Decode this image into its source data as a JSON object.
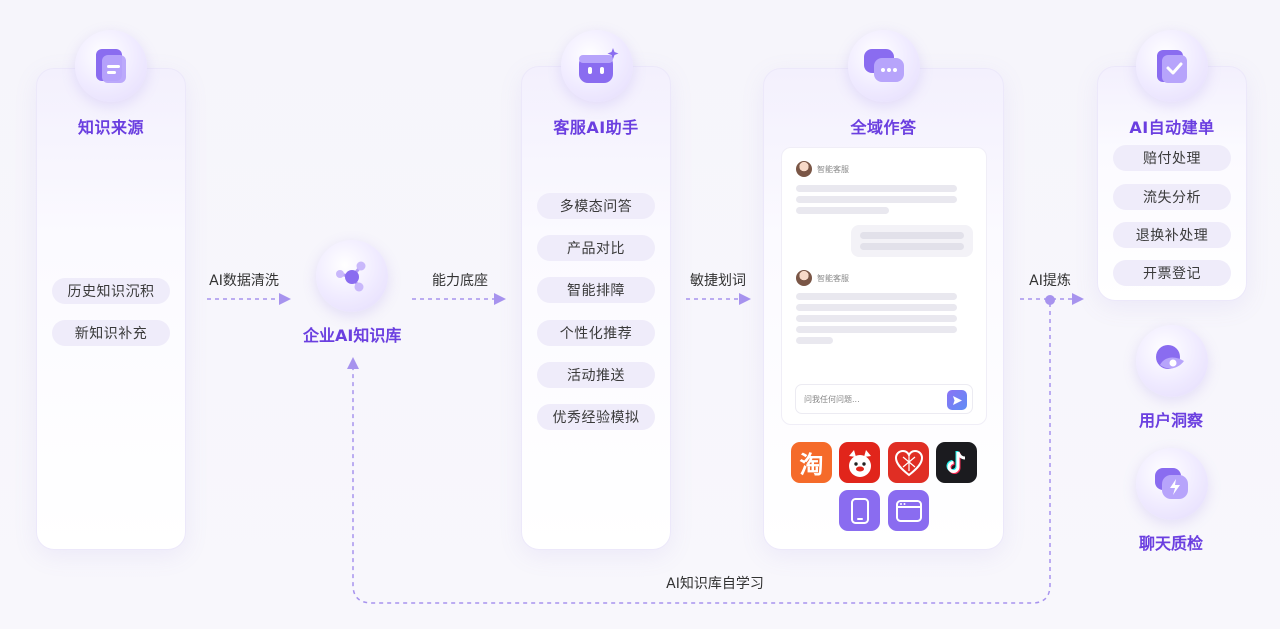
{
  "sources": {
    "title": "知识来源",
    "items": [
      "历史知识沉积",
      "新知识补充"
    ]
  },
  "flow": {
    "cleaning": "AI数据清洗",
    "capability": "能力底座",
    "routing": "敏捷划词",
    "extract": "AI提炼",
    "self_learning": "AI知识库自学习"
  },
  "kb": {
    "title": "企业AI知识库"
  },
  "assistant": {
    "title": "客服AI助手",
    "items": [
      "多模态问答",
      "产品对比",
      "智能排障",
      "个性化推荐",
      "活动推送",
      "优秀经验模拟"
    ]
  },
  "answer": {
    "title": "全域作答",
    "agent_name": "智能客服",
    "input_placeholder": "问我任何问题...",
    "channels": [
      {
        "icon": "taobao-icon",
        "glyph": "淘",
        "color": "#f56b2a"
      },
      {
        "icon": "jd-icon",
        "glyph": "",
        "color": "#e1251b"
      },
      {
        "icon": "pinduoduo-icon",
        "glyph": "",
        "color": "#e02e24"
      },
      {
        "icon": "douyin-icon",
        "glyph": "",
        "color": "#1b1b1f"
      },
      {
        "icon": "mobile-app-icon",
        "glyph": "",
        "color": "#8a6cf0"
      },
      {
        "icon": "web-browser-icon",
        "glyph": "",
        "color": "#8a6cf0"
      }
    ]
  },
  "ticket": {
    "title": "AI自动建单",
    "items": [
      "赔付处理",
      "流失分析",
      "退换补处理",
      "开票登记"
    ]
  },
  "insight": {
    "title": "用户洞察"
  },
  "qa": {
    "title": "聊天质检"
  },
  "colors": {
    "accent": "#6b3fe0",
    "pill": "#efecfa",
    "arrow": "#a793ee"
  }
}
